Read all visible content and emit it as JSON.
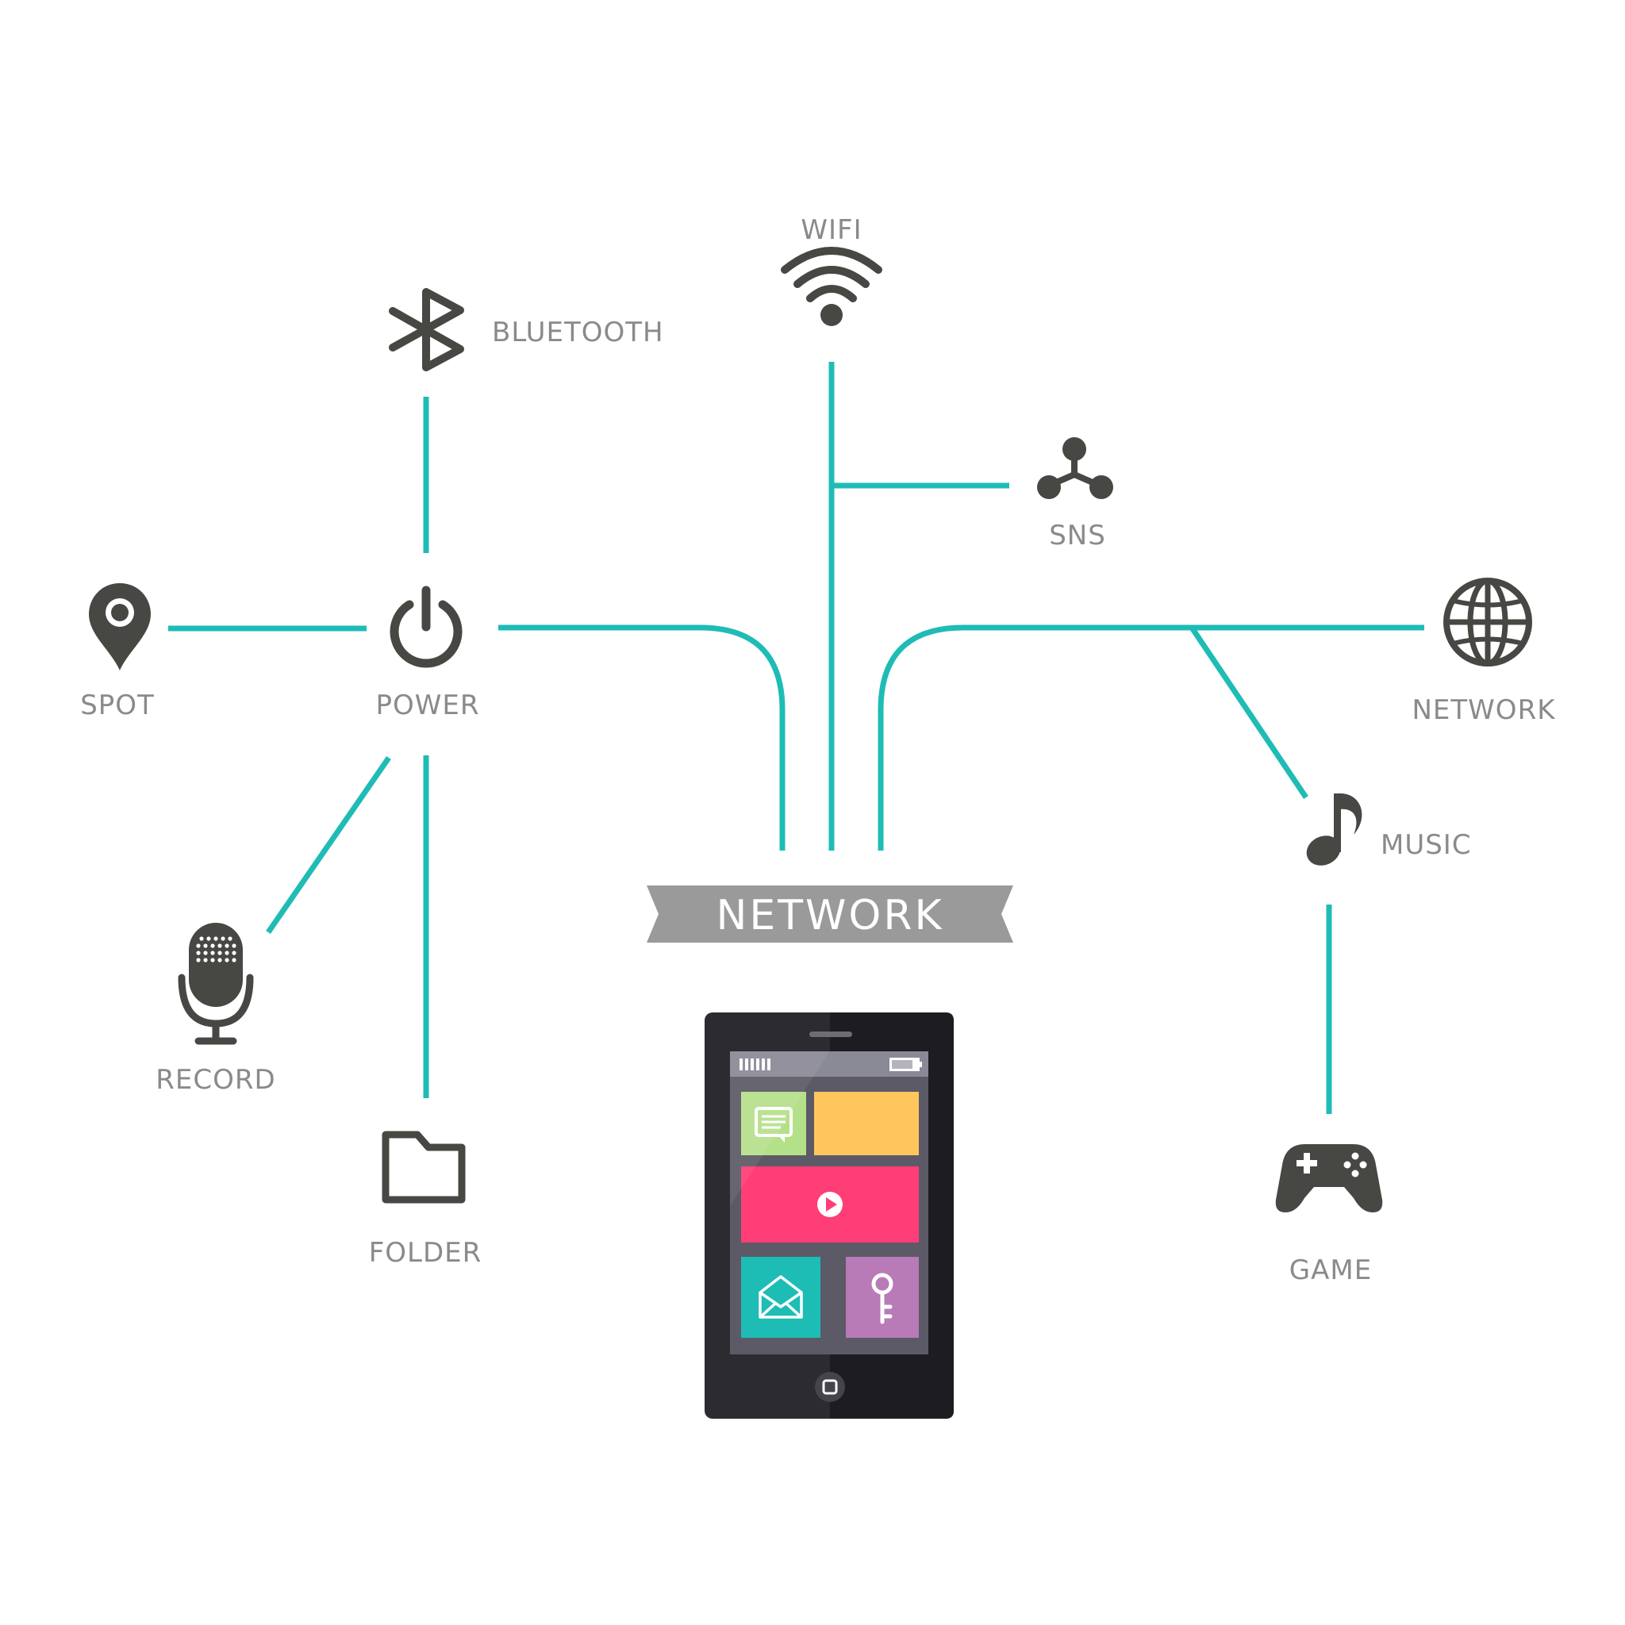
{
  "banner": {
    "label": "NETWORK"
  },
  "nodes": {
    "wifi": {
      "label": "WIFI",
      "icon": "wifi-icon"
    },
    "bluetooth": {
      "label": "BLUETOOTH",
      "icon": "bluetooth-icon"
    },
    "sns": {
      "label": "SNS",
      "icon": "share-icon"
    },
    "spot": {
      "label": "SPOT",
      "icon": "map-pin-icon"
    },
    "power": {
      "label": "POWER",
      "icon": "power-icon"
    },
    "network": {
      "label": "NETWORK",
      "icon": "globe-icon"
    },
    "music": {
      "label": "MUSIC",
      "icon": "music-note-icon"
    },
    "record": {
      "label": "RECORD",
      "icon": "microphone-icon"
    },
    "folder": {
      "label": "FOLDER",
      "icon": "folder-icon"
    },
    "game": {
      "label": "GAME",
      "icon": "gamepad-icon"
    }
  },
  "phone": {
    "tiles": [
      {
        "name": "chat",
        "icon": "chat-icon",
        "color": "#b5e08a"
      },
      {
        "name": "blank",
        "icon": "",
        "color": "#ffc65e"
      },
      {
        "name": "video",
        "icon": "play-icon",
        "color": "#ff3d77"
      },
      {
        "name": "mail",
        "icon": "envelope-icon",
        "color": "#1dbdb6"
      },
      {
        "name": "key",
        "icon": "key-icon",
        "color": "#b97ab8"
      }
    ]
  },
  "colors": {
    "line": "#1fbcb6",
    "icon": "#474743",
    "label": "#8a8a8a",
    "banner": "#9a9a9a",
    "phone_body": "#2c2b30"
  }
}
